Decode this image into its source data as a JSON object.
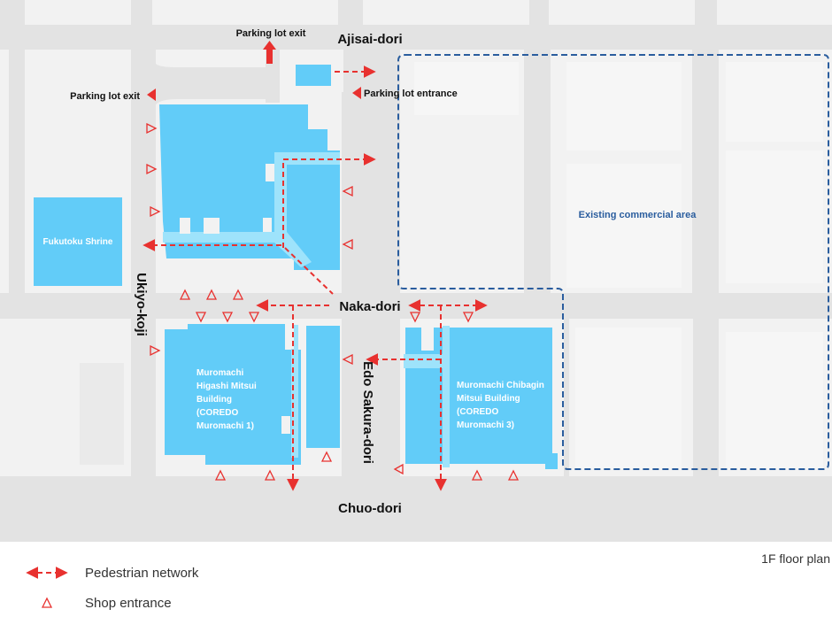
{
  "streets": {
    "ajisai": "Ajisai-dori",
    "naka": "Naka-dori",
    "chuo": "Chuo-dori",
    "ukiyo": "Ukiyo-koji",
    "edo": "Edo Sakura-dori"
  },
  "parking": {
    "exit_top": "Parking lot exit",
    "exit_left": "Parking lot exit",
    "entrance": "Parking lot entrance"
  },
  "buildings": {
    "shrine": "Fukutoku Shrine",
    "higashi": [
      "Muromachi",
      "Higashi Mitsui",
      "Building",
      "(COREDO",
      "Muromachi 1)"
    ],
    "chibagin": [
      "Muromachi Chibagin",
      "Mitsui Building",
      "(COREDO",
      "Muromachi 3)"
    ]
  },
  "area": {
    "existing": "Existing commercial area"
  },
  "legend": {
    "pedestrian": "Pedestrian network",
    "shop": "Shop entrance"
  },
  "floor_plan": "1F floor plan",
  "colors": {
    "building": "#62ccf8",
    "passage": "#9ee3fb",
    "road": "#e3e3e3",
    "block": "#f2f2f2",
    "arrow": "#e8312f",
    "area_border": "#2a5d9e"
  }
}
